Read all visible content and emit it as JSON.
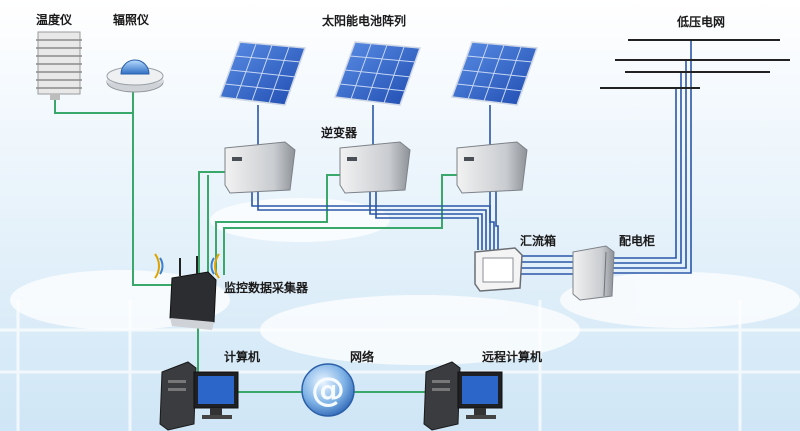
{
  "labels": {
    "thermometer": "温度仪",
    "irradiance_meter": "辐照仪",
    "solar_array": "太阳能电池阵列",
    "low_voltage_grid": "低压电网",
    "inverter": "逆变器",
    "combiner_box": "汇流箱",
    "distribution_cabinet": "配电柜",
    "data_collector": "监控数据采集器",
    "computer": "计算机",
    "network": "网络",
    "remote_computer": "远程计算机"
  },
  "colors": {
    "signal_line": "#3aa86a",
    "power_line": "#2a57a8",
    "grid_line": "#222222",
    "panel": "#2f5fc4",
    "sky": "#d9ecf8"
  }
}
